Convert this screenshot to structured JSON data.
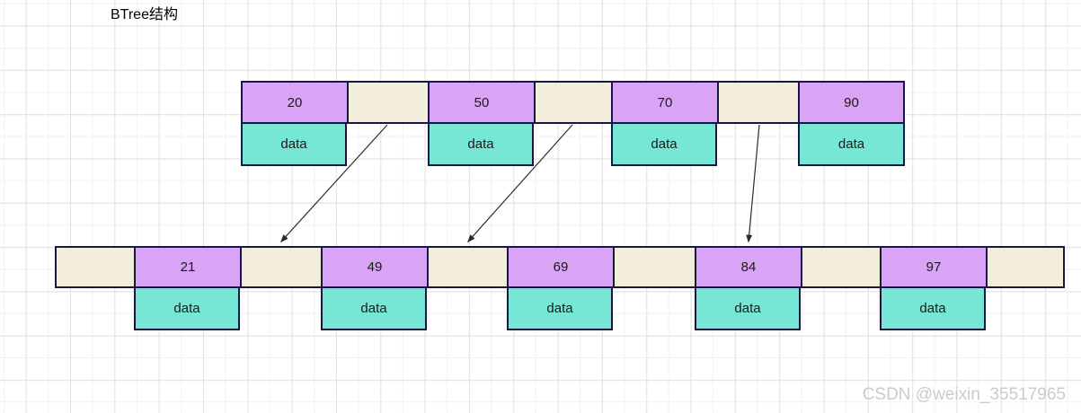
{
  "title": "BTree结构",
  "watermark": "CSDN @weixin_35517965",
  "diagram": {
    "type": "btree",
    "root_node": {
      "keys": [
        "20",
        "50",
        "70",
        "90"
      ],
      "data_labels": [
        "data",
        "data",
        "data",
        "data"
      ],
      "pointer_slots": 3
    },
    "leaf_node": {
      "keys": [
        "21",
        "49",
        "69",
        "84",
        "97"
      ],
      "data_labels": [
        "data",
        "data",
        "data",
        "data",
        "data"
      ],
      "pointer_slots": 6
    },
    "edges": [
      {
        "from": "root-pointer-1",
        "to": "leaf-pointer-2"
      },
      {
        "from": "root-pointer-2",
        "to": "leaf-pointer-3"
      },
      {
        "from": "root-pointer-3",
        "to": "leaf-key-84"
      }
    ],
    "colors": {
      "key_fill": "#d9a3f6",
      "data_fill": "#76e7d4",
      "pointer_fill": "#f3eedc",
      "border": "#171744",
      "arrow": "#2b2b2b",
      "grid_minor": "#f1f1f1",
      "grid_major": "#e3e3e3",
      "watermark": "#cbcbcb"
    }
  }
}
